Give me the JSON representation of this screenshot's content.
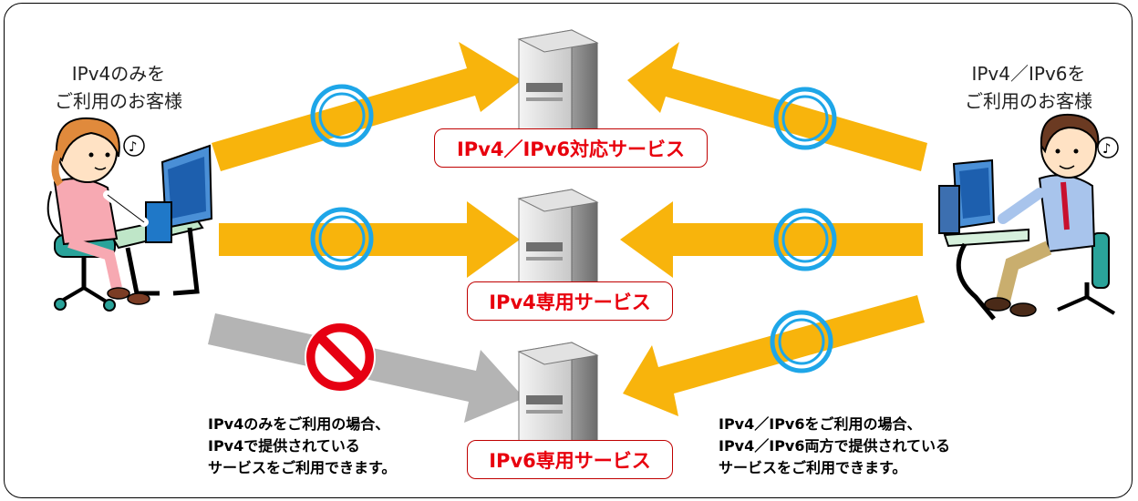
{
  "left_user": {
    "caption": "IPv4のみを\nご利用のお客様"
  },
  "right_user": {
    "caption": "IPv4／IPv6を\nご利用のお客様"
  },
  "services": [
    {
      "label": "IPv4／IPv6対応サービス"
    },
    {
      "label": "IPv4専用サービス"
    },
    {
      "label": "IPv6専用サービス"
    }
  ],
  "notes": {
    "left": "IPv4のみをご利用の場合、\nIPv4で提供されている\nサービスをご利用できます。",
    "right": "IPv4／IPv6をご利用の場合、\nIPv4／IPv6両方で提供されている\nサービスをご利用できます。"
  },
  "colors": {
    "arrow": "#f8b40c",
    "arrow_blocked": "#b4b4b4",
    "ok_circle": "#1ea6e8",
    "prohibit": "#e60012",
    "label_text": "#e8000d"
  },
  "symbols": {
    "ok": "ok-circle-icon",
    "prohibited": "prohibited-icon"
  }
}
